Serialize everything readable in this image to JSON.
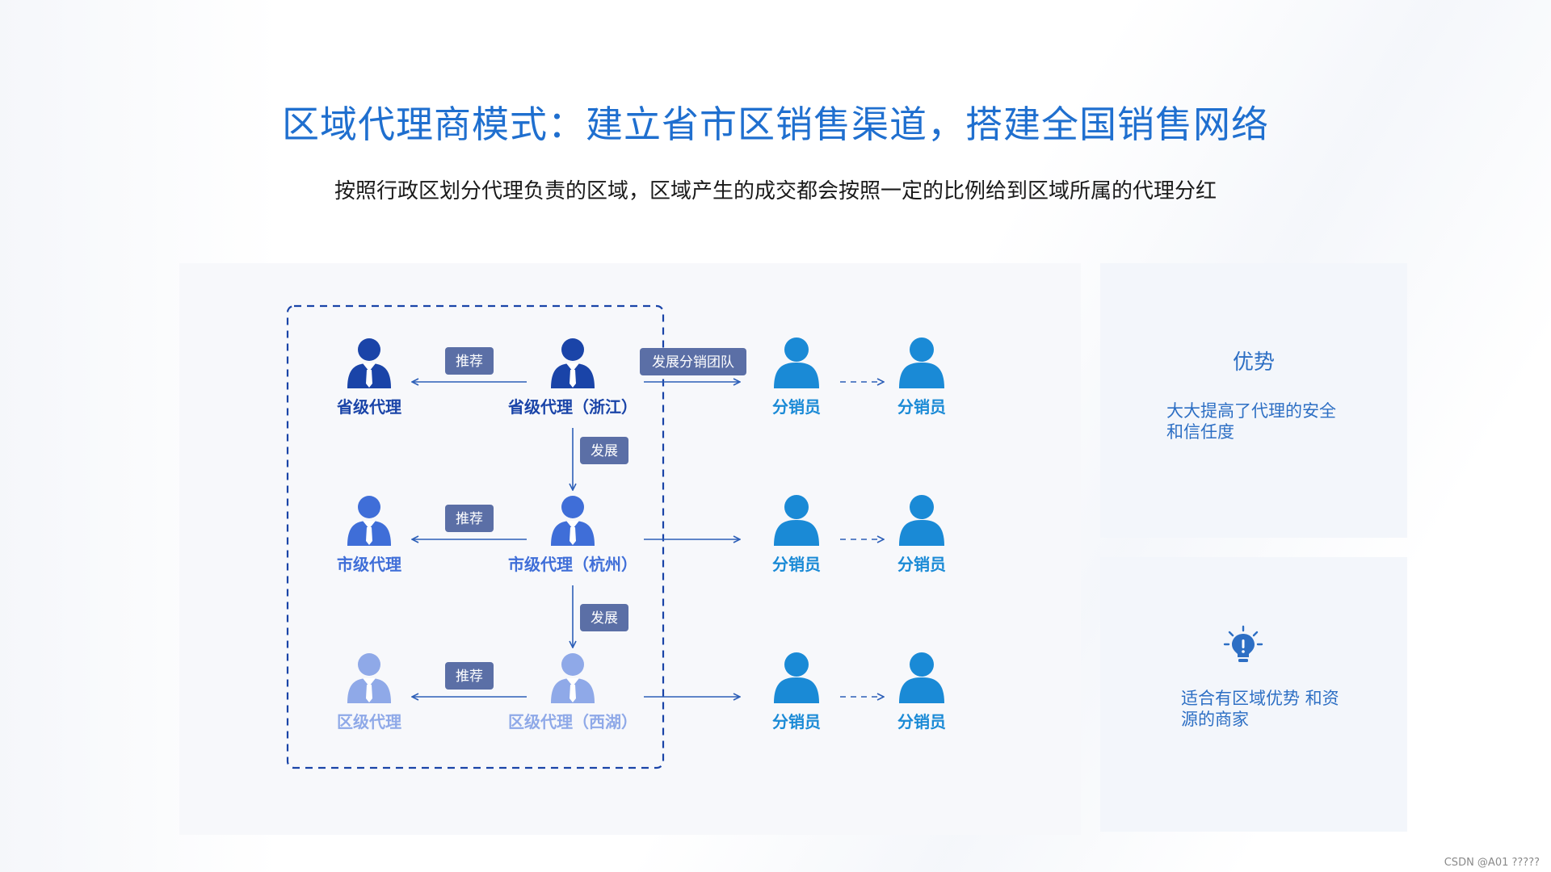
{
  "title": "区域代理商模式：建立省市区销售渠道，搭建全国销售网络",
  "subtitle": "按照行政区划分代理负责的区域，区域产生的成交都会按照一定的比例给到区域所属的代理分红",
  "diagram": {
    "rows": [
      {
        "left_label": "省级代理",
        "center_label": "省级代理（浙江）",
        "recommend": "推荐",
        "color": "#1a44a8"
      },
      {
        "left_label": "市级代理",
        "center_label": "市级代理（杭州）",
        "recommend": "推荐",
        "color": "#3f6ed8"
      },
      {
        "left_label": "区级代理",
        "center_label": "区级代理（西湖）",
        "recommend": "推荐",
        "color": "#8fa9e8"
      }
    ],
    "develop_labels": [
      "发展",
      "发展"
    ],
    "team_label": "发展分销团队",
    "distributor_label": "分销员",
    "distributor_color": "#1a8ad6",
    "tag_color": "#5b6fa6"
  },
  "advantage": {
    "title": "优势",
    "text": "大大提高了代理的安全和信任度"
  },
  "suitable": {
    "text": "适合有区域优势  和资源的商家",
    "icon": "lightbulb-icon"
  },
  "caption": "CSDN @A01 ?????"
}
